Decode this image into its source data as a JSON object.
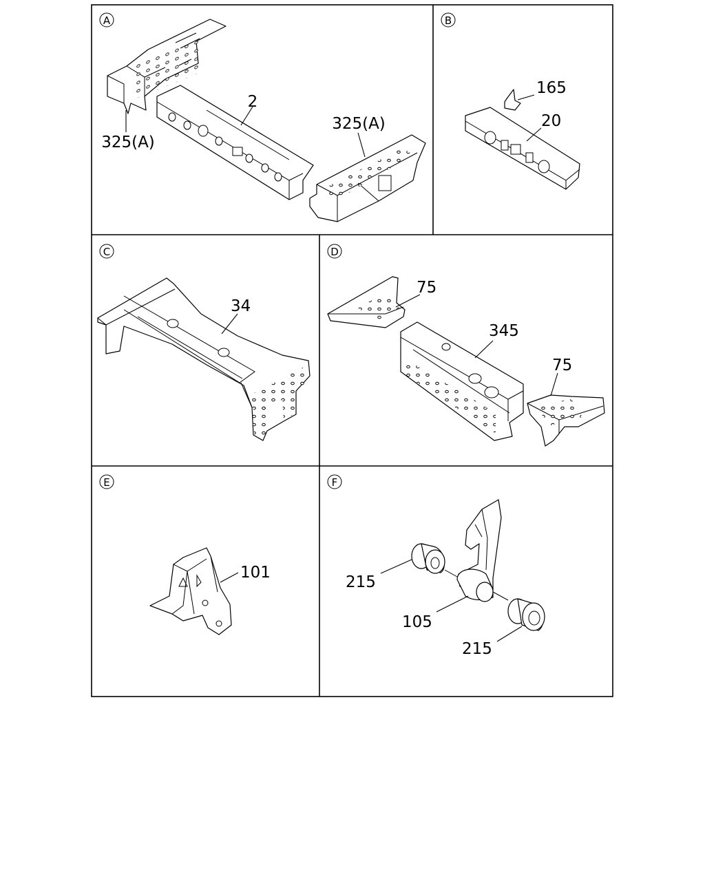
{
  "panels": [
    {
      "id": "A",
      "letter": "A",
      "callouts": [
        "2",
        "325(A)",
        "325(A)"
      ]
    },
    {
      "id": "B",
      "letter": "B",
      "callouts": [
        "165",
        "20"
      ]
    },
    {
      "id": "C",
      "letter": "C",
      "callouts": [
        "34"
      ]
    },
    {
      "id": "D",
      "letter": "D",
      "callouts": [
        "75",
        "345",
        "75"
      ]
    },
    {
      "id": "E",
      "letter": "E",
      "callouts": [
        "101"
      ]
    },
    {
      "id": "F",
      "letter": "F",
      "callouts": [
        "215",
        "105",
        "215"
      ]
    }
  ]
}
